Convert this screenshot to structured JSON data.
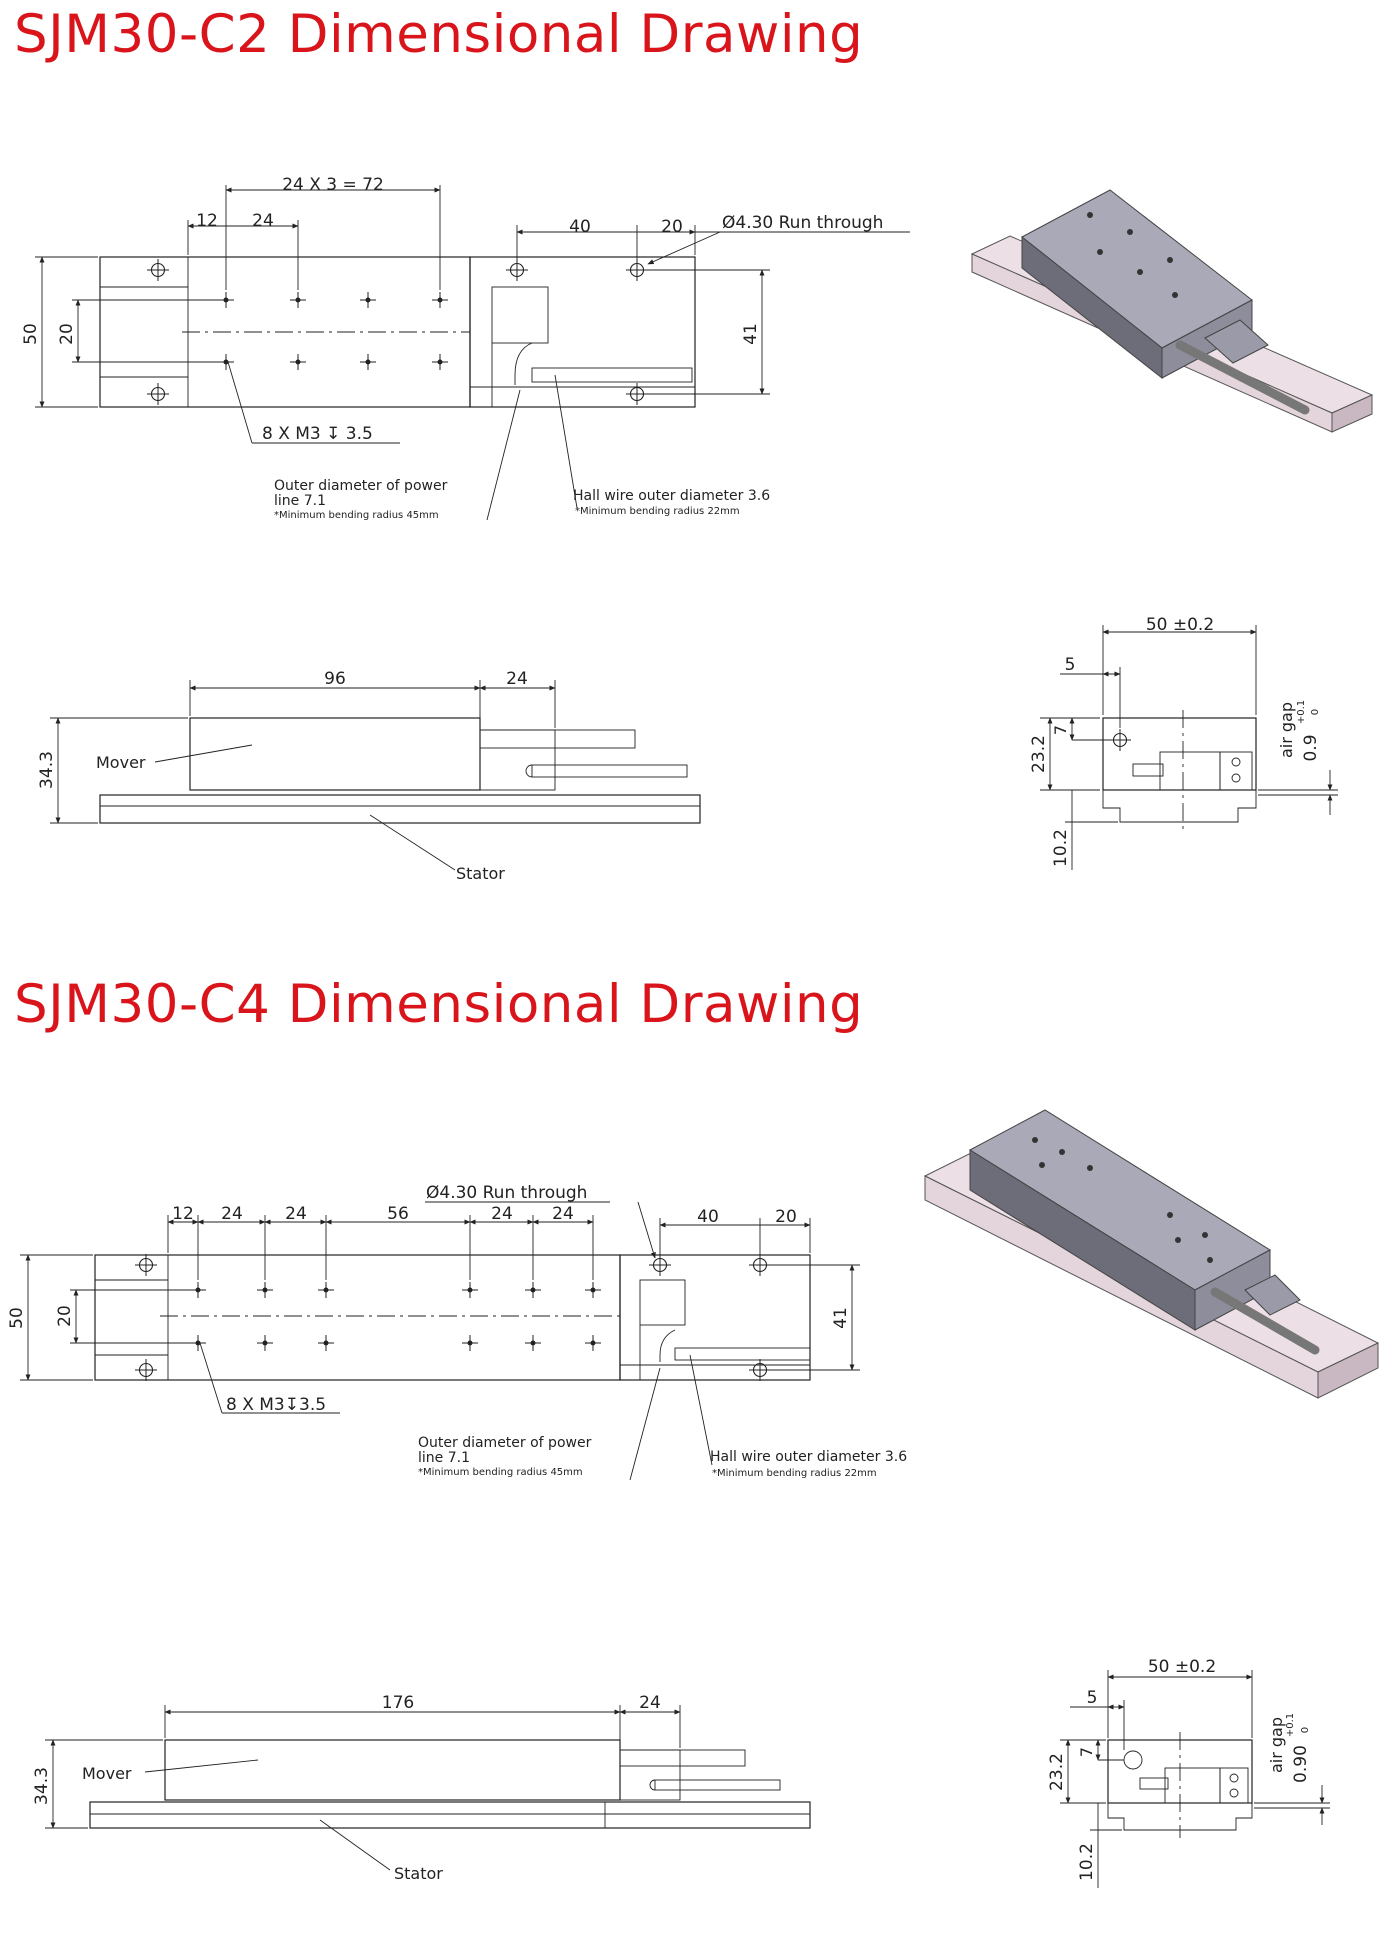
{
  "section1": {
    "title": "SJM30-C2 Dimensional Drawing",
    "top_view": {
      "dim_pitch": "24 X 3 = 72",
      "dim_12": "12",
      "dim_24": "24",
      "dim_40": "40",
      "dim_20_top": "20",
      "hole_note": "Ø4.30  Run through",
      "dim_50": "50",
      "dim_20_side": "20",
      "dim_41": "41",
      "thread_note": "8 X M3 ↧ 3.5",
      "power_line_1": "Outer diameter of power",
      "power_line_2": "line 7.1",
      "power_line_3": "*Minimum bending radius 45mm",
      "hall_1": "Hall wire outer diameter 3.6",
      "hall_2": "*Minimum bending radius 22mm"
    },
    "side_view": {
      "dim_96": "96",
      "dim_24": "24",
      "dim_34_3": "34.3",
      "mover": "Mover",
      "stator": "Stator"
    },
    "end_view": {
      "dim_50": "50 ±0.2",
      "dim_5": "5",
      "dim_7": "7",
      "dim_23_2": "23.2",
      "dim_10_2": "10.2",
      "air_gap": "air gap",
      "air_gap_value": "0.9",
      "tol_upper": "+0.1",
      "tol_lower": "0"
    }
  },
  "section2": {
    "title": "SJM30-C4 Dimensional Drawing",
    "top_view": {
      "hole_note": "Ø4.30  Run through",
      "dim_12": "12",
      "dim_24a": "24",
      "dim_24b": "24",
      "dim_56": "56",
      "dim_24c": "24",
      "dim_24d": "24",
      "dim_40": "40",
      "dim_20_top": "20",
      "dim_50": "50",
      "dim_20_side": "20",
      "dim_41": "41",
      "thread_note": "8 X M3↧3.5",
      "power_line_1": "Outer diameter of power",
      "power_line_2": "line 7.1",
      "power_line_3": "*Minimum bending radius 45mm",
      "hall_1": "Hall wire outer diameter 3.6",
      "hall_2": "*Minimum bending radius 22mm"
    },
    "side_view": {
      "dim_176": "176",
      "dim_24": "24",
      "dim_34_3": "34.3",
      "mover": "Mover",
      "stator": "Stator"
    },
    "end_view": {
      "dim_50": "50 ±0.2",
      "dim_5": "5",
      "dim_7": "7",
      "dim_23_2": "23.2",
      "dim_10_2": "10.2",
      "air_gap": "air gap",
      "air_gap_value": "0.90",
      "tol_upper": "+0.1",
      "tol_lower": "0"
    }
  },
  "colors": {
    "title": "#d9141b",
    "line": "#222222",
    "block_top": "#a9a9b8",
    "block_side": "#6d6d79",
    "rail": "#e4d4dc"
  },
  "icons": [
    "cross-hole-icon",
    "render-3d-icon"
  ]
}
